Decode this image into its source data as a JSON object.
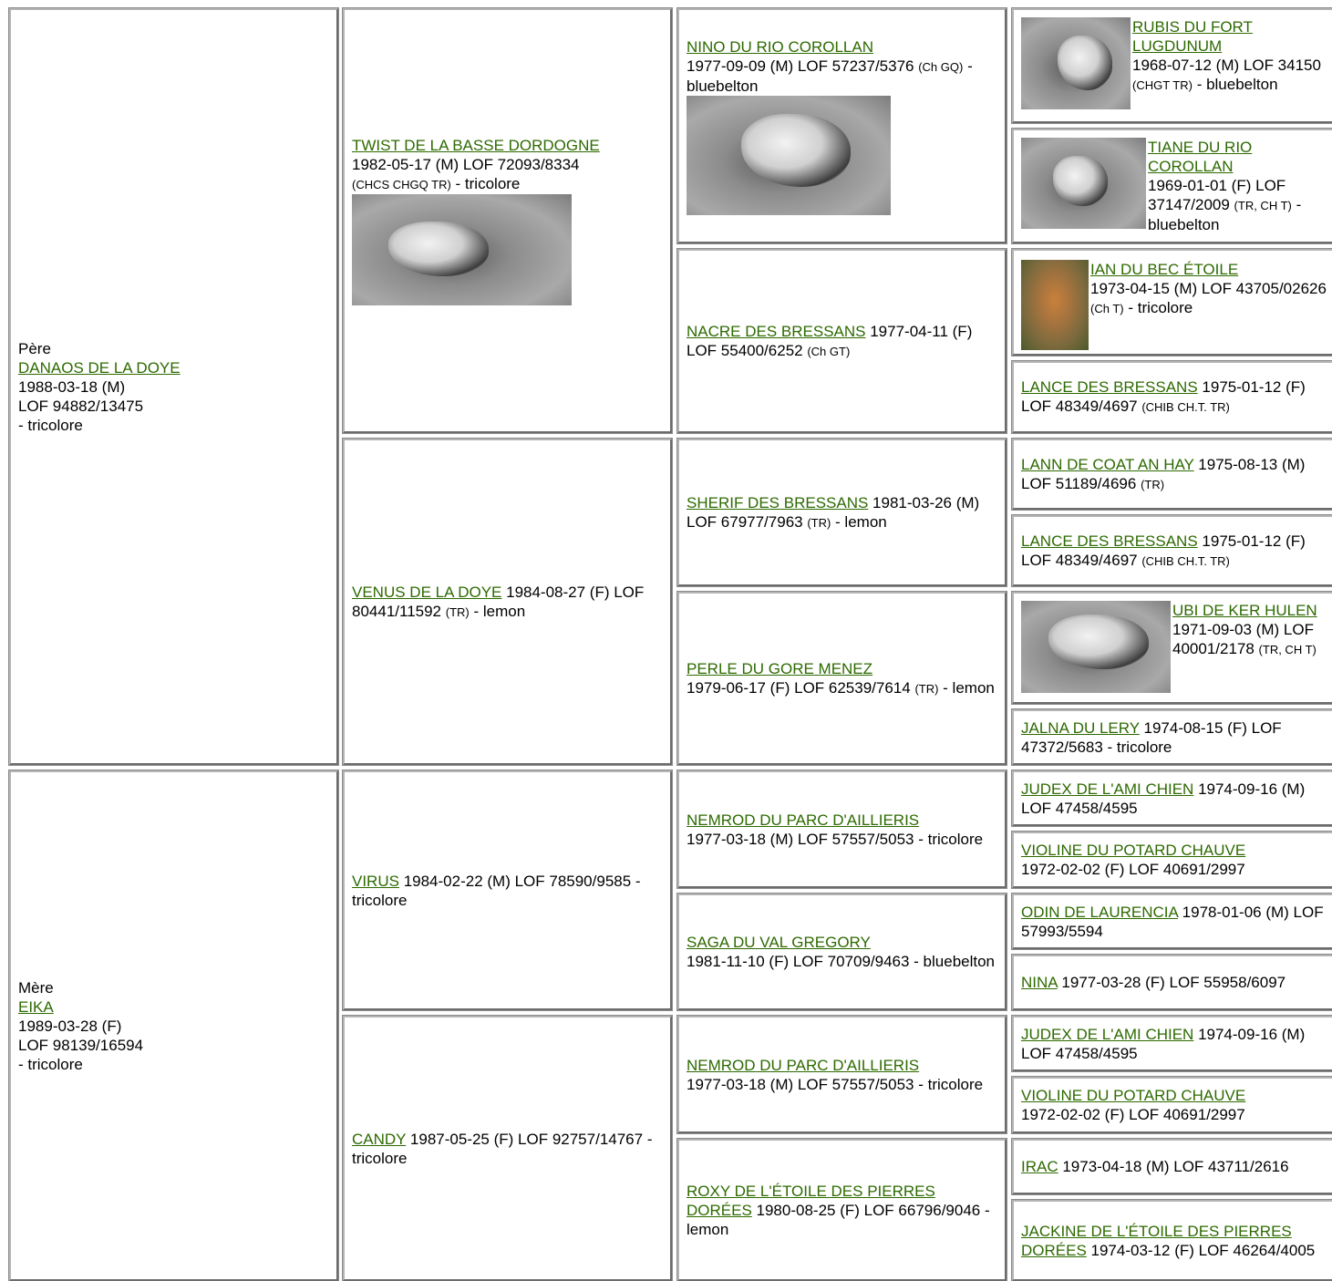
{
  "father": {
    "role": "Père",
    "name": "DANAOS DE LA DOYE",
    "line1": "1988-03-18 (M)",
    "line2": "LOF 94882/13475",
    "line3": "- tricolore"
  },
  "mother": {
    "role": "Mère",
    "name": "EIKA",
    "line1": "1989-03-28 (F)",
    "line2": "LOF 98139/16594",
    "line3": "- tricolore"
  },
  "gen2": [
    {
      "name": "TWIST DE LA BASSE DORDOGNE",
      "info": "1982-05-17 (M) LOF 72093/8334",
      "titles": "(CHCS CHGQ TR)",
      "coat": " - tricolore"
    },
    {
      "name": "VENUS DE LA DOYE",
      "info": " 1984-08-27 (F) LOF 80441/11592 ",
      "titles": "(TR)",
      "coat": " - lemon"
    },
    {
      "name": "VIRUS",
      "info": " 1984-02-22 (M) LOF 78590/9585 - tricolore"
    },
    {
      "name": "CANDY",
      "info": " 1987-05-25 (F) LOF 92757/14767 - tricolore"
    }
  ],
  "gen3": [
    {
      "name": "NINO DU RIO COROLLAN",
      "info": "1977-09-09 (M) LOF 57237/5376 ",
      "titles": "(Ch GQ)",
      "coat": " - bluebelton"
    },
    {
      "name": "NACRE DES BRESSANS",
      "info": " 1977-04-11 (F) LOF 55400/6252 ",
      "titles": "(Ch GT)"
    },
    {
      "name": "SHERIF DES BRESSANS",
      "info": " 1981-03-26 (M) LOF 67977/7963 ",
      "titles": "(TR)",
      "coat": " - lemon"
    },
    {
      "name": "PERLE DU GORE MENEZ",
      "info": "1979-06-17 (F) LOF 62539/7614 ",
      "titles": "(TR)",
      "coat": " - lemon"
    },
    {
      "name": "NEMROD DU PARC D'AILLIERIS",
      "info": "1977-03-18 (M) LOF 57557/5053 - tricolore"
    },
    {
      "name": "SAGA DU VAL GREGORY",
      "info": "1981-11-10 (F) LOF 70709/9463 - bluebelton"
    },
    {
      "name": "NEMROD DU PARC D'AILLIERIS",
      "info": "1977-03-18 (M) LOF 57557/5053 - tricolore"
    },
    {
      "name": "ROXY DE L'ÉTOILE DES PIERRES DORÉES",
      "info": " 1980-08-25 (F) LOF 66796/9046 - lemon"
    }
  ],
  "gen4": [
    {
      "name": "RUBIS DU FORT LUGDUNUM",
      "info": "1968-07-12 (M) LOF 34150 ",
      "titles": "(CHGT TR)",
      "coat": " - bluebelton"
    },
    {
      "name": "TIANE DU RIO COROLLAN",
      "info": "1969-01-01 (F) LOF 37147/2009 ",
      "titles": "(TR, CH T)",
      "coat": " - bluebelton"
    },
    {
      "name": "IAN DU BEC ÉTOILE",
      "info": "1973-04-15 (M) LOF 43705/02626 ",
      "titles": "(Ch T)",
      "coat": " - tricolore"
    },
    {
      "name": "LANCE DES BRESSANS",
      "info": " 1975-01-12 (F) LOF 48349/4697 ",
      "titles": "(CHIB CH.T. TR)"
    },
    {
      "name": "LANN DE COAT AN HAY",
      "info": " 1975-08-13 (M) LOF 51189/4696 ",
      "titles": "(TR)"
    },
    {
      "name": "LANCE DES BRESSANS",
      "info": " 1975-01-12 (F) LOF 48349/4697 ",
      "titles": "(CHIB CH.T. TR)"
    },
    {
      "name": "UBI DE KER HULEN",
      "info": " 1971-09-03 (M) LOF 40001/2178 ",
      "titles": "(TR, CH T)"
    },
    {
      "name": "JALNA DU LERY",
      "info": " 1974-08-15 (F) LOF 47372/5683 - tricolore"
    },
    {
      "name": "JUDEX DE L'AMI CHIEN",
      "info": " 1974-09-16 (M) LOF 47458/4595"
    },
    {
      "name": "VIOLINE DU POTARD CHAUVE",
      "info": "1972-02-02 (F) LOF 40691/2997"
    },
    {
      "name": "ODIN DE LAURENCIA",
      "info": " 1978-01-06 (M) LOF 57993/5594"
    },
    {
      "name": "NINA",
      "info": " 1977-03-28 (F) LOF 55958/6097"
    },
    {
      "name": "JUDEX DE L'AMI CHIEN",
      "info": " 1974-09-16 (M) LOF 47458/4595"
    },
    {
      "name": "VIOLINE DU POTARD CHAUVE",
      "info": "1972-02-02 (F) LOF 40691/2997"
    },
    {
      "name": "IRAC",
      "info": " 1973-04-18 (M) LOF 43711/2616"
    },
    {
      "name": "JACKINE DE L'ÉTOILE DES PIERRES DORÉES",
      "info": " 1974-03-12 (F) LOF 46264/4005"
    }
  ]
}
